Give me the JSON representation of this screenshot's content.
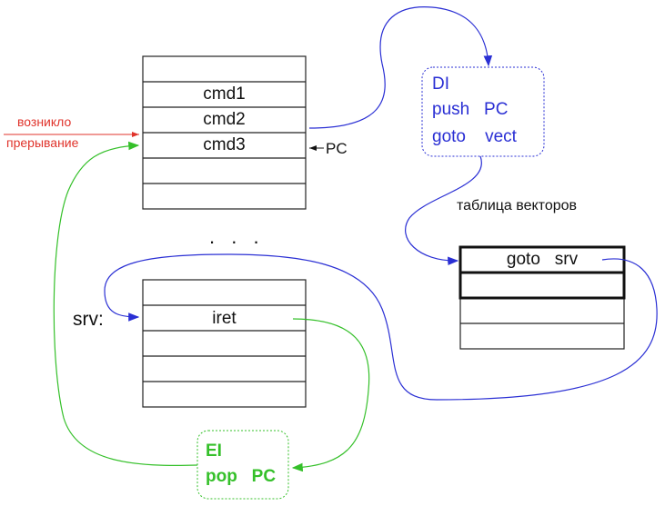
{
  "interrupt_label": {
    "line1": "возникло",
    "line2": "прерывание"
  },
  "main_program": {
    "rows": [
      "",
      "cmd1",
      "cmd2",
      "cmd3",
      "",
      ""
    ]
  },
  "pc_marker": "PC",
  "ellipsis": ". . .",
  "handler": {
    "label": "srv:",
    "rows": [
      "",
      "iret",
      "",
      "",
      ""
    ]
  },
  "interrupt_entry": {
    "line1": "DI",
    "line2": "push   PC",
    "line3": "goto    vect"
  },
  "vector_table": {
    "title": "таблица векторов",
    "rows": [
      "goto   srv",
      "",
      "",
      ""
    ]
  },
  "return_block": {
    "line1": "EI",
    "line2": "pop   PC"
  },
  "colors": {
    "interrupt": "#e0332b",
    "entry": "#2a2fd4",
    "return": "#35c02a"
  }
}
